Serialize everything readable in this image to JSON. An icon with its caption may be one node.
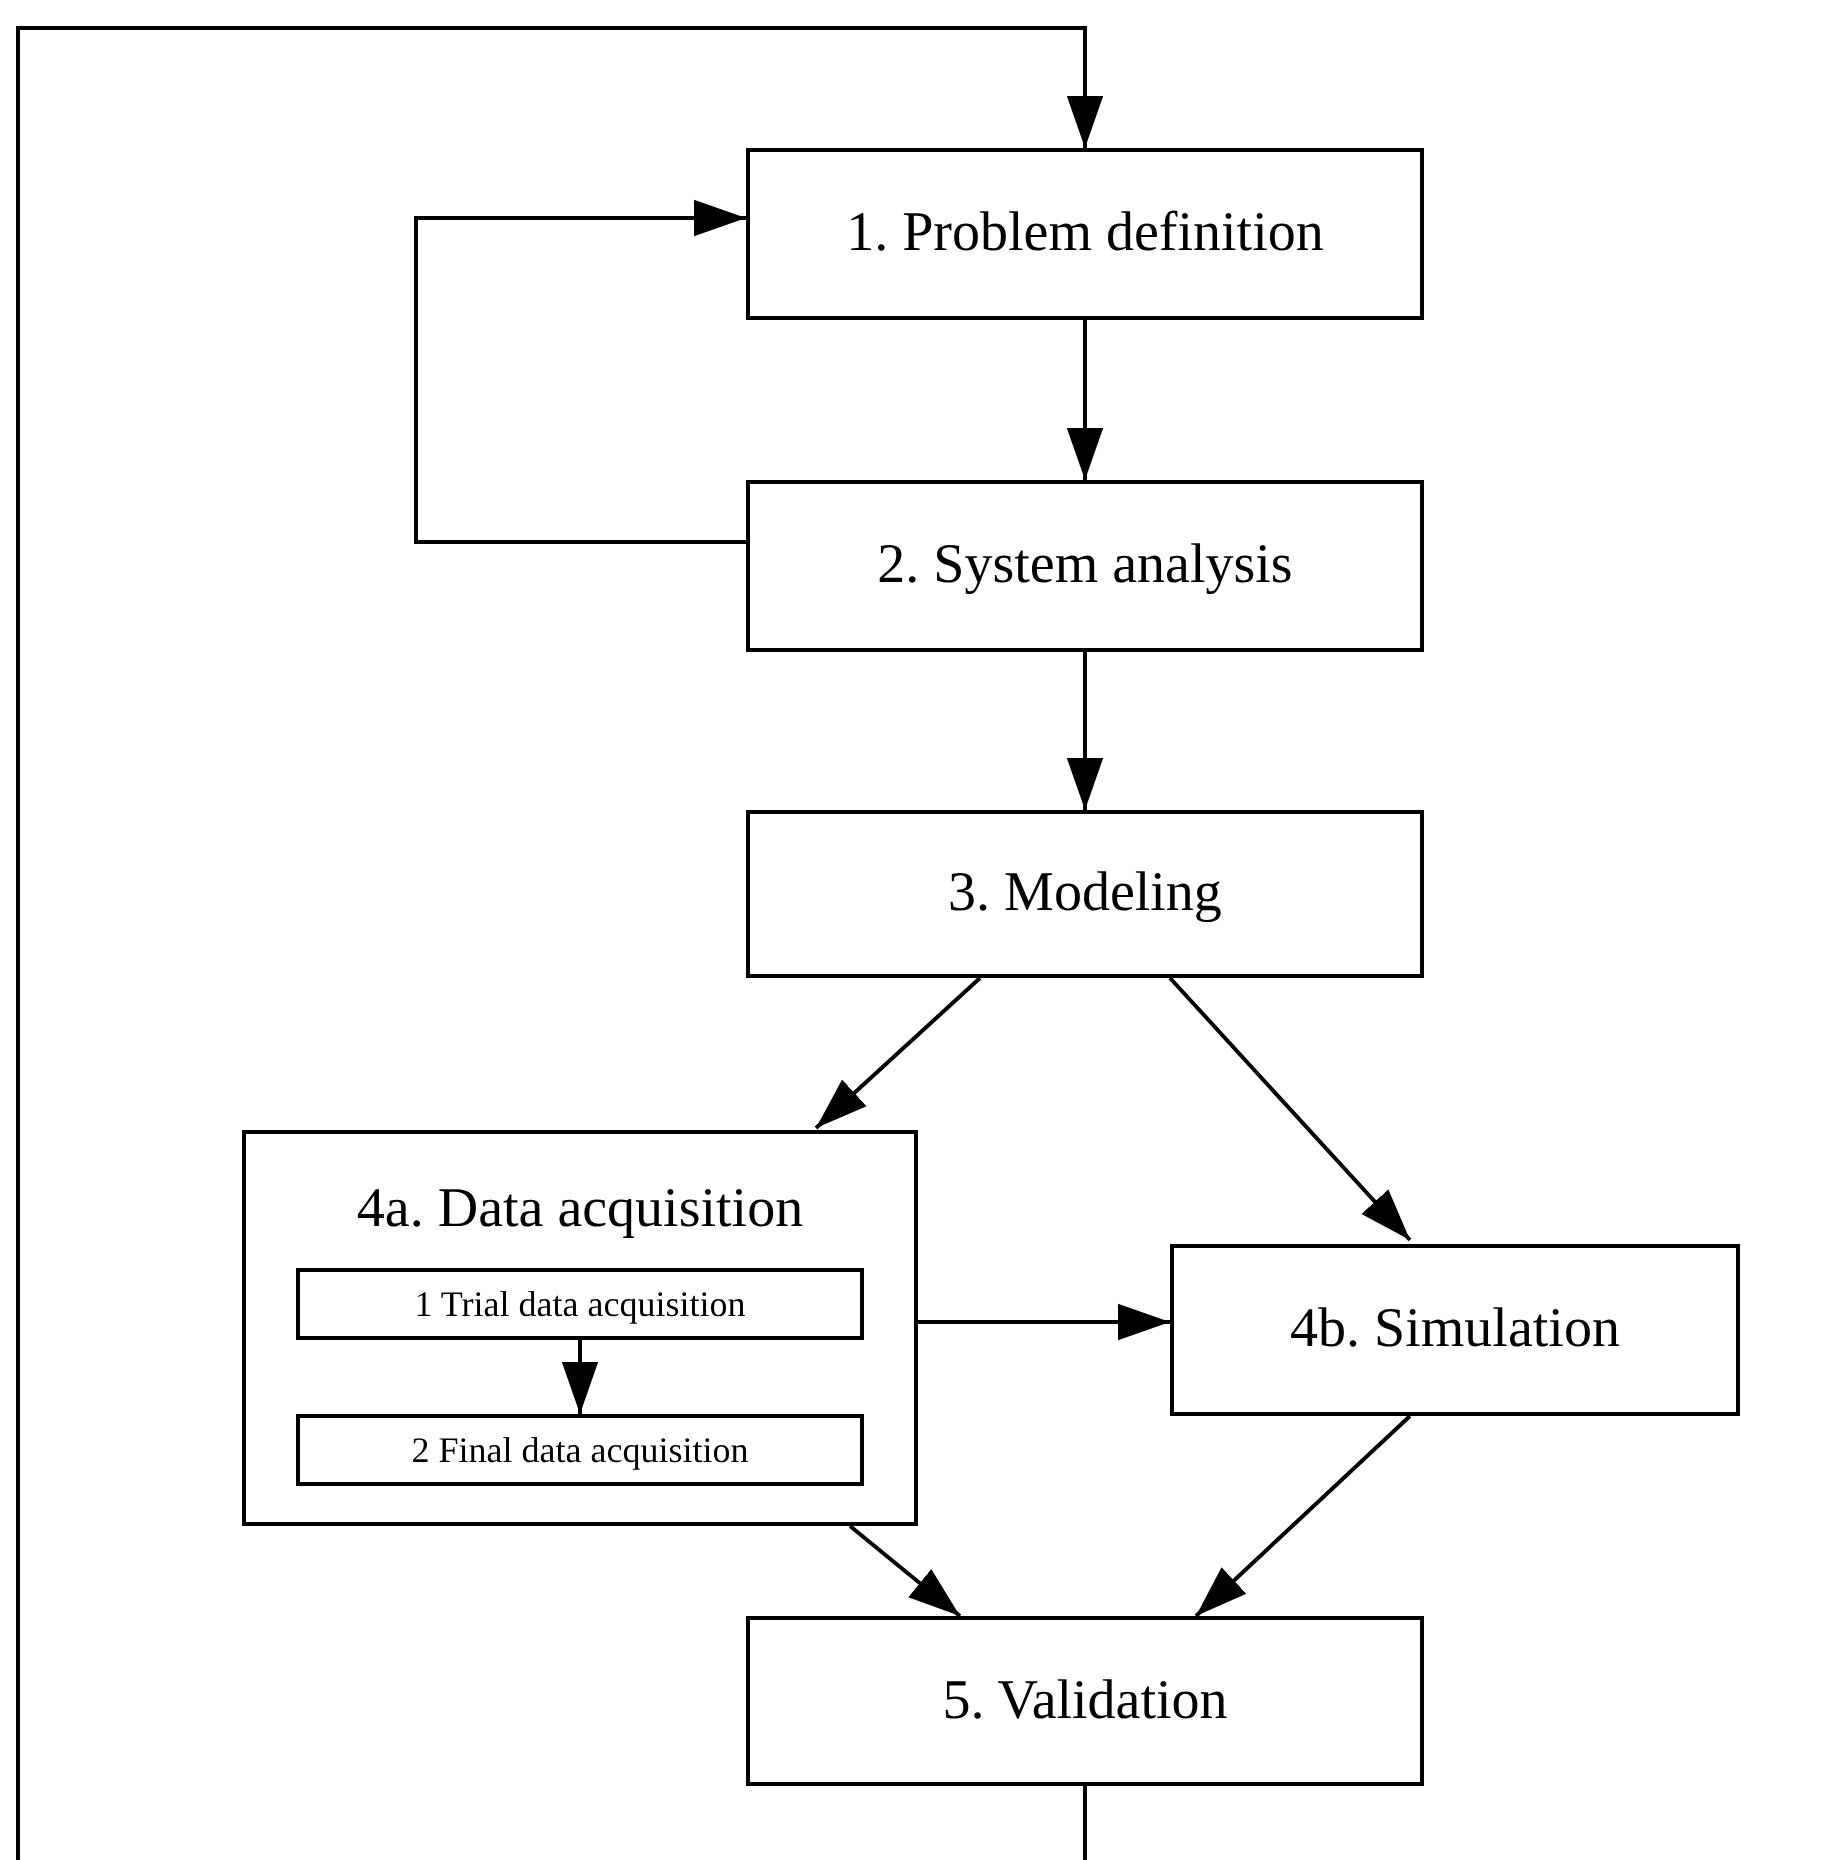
{
  "diagram": {
    "nodes": [
      {
        "text": [
          "1. Problem definition"
        ]
      },
      {
        "text": [
          "2. System analysis"
        ]
      },
      {
        "text": [
          "3. Modeling"
        ]
      },
      {
        "text": [
          "4a. Data acquisition"
        ]
      },
      {
        "text": [
          "1 Trial data acquisition"
        ],
        "in": 3
      },
      {
        "text": [
          "2 Final data acquisition"
        ],
        "in": 3
      },
      {
        "text": [
          "4b. Simulation"
        ]
      },
      {
        "text": [
          "5. Validation"
        ]
      }
    ],
    "edges": [
      {
        "from": 7,
        "to": 0,
        "arrow": "to"
      },
      {
        "from": 1,
        "to": 0,
        "arrow": "to"
      },
      {
        "from": 0,
        "to": 1,
        "arrow": "to"
      },
      {
        "from": 1,
        "to": 2,
        "arrow": "to"
      },
      {
        "from": 2,
        "to": 3,
        "arrow": "to"
      },
      {
        "from": 2,
        "to": 6,
        "arrow": "to"
      },
      {
        "from": 4,
        "to": 5,
        "arrow": "to"
      },
      {
        "from": 3,
        "to": 6,
        "arrow": "to"
      },
      {
        "from": 3,
        "to": 7,
        "arrow": "to"
      },
      {
        "from": 6,
        "to": 7,
        "arrow": "to"
      }
    ]
  }
}
